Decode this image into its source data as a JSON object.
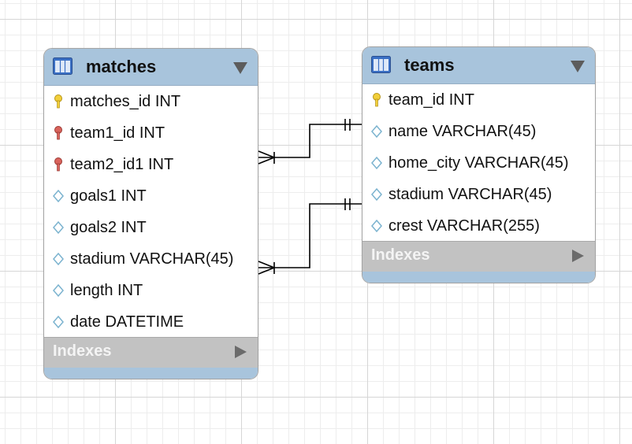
{
  "tables": {
    "matches": {
      "title": "matches",
      "columns": [
        {
          "text": "matches_id INT",
          "icon": "primary-key-icon"
        },
        {
          "text": "team1_id INT",
          "icon": "foreign-key-icon"
        },
        {
          "text": "team2_id1 INT",
          "icon": "foreign-key-icon"
        },
        {
          "text": "goals1 INT",
          "icon": "column-diamond-icon"
        },
        {
          "text": "goals2 INT",
          "icon": "column-diamond-icon"
        },
        {
          "text": "stadium VARCHAR(45)",
          "icon": "column-diamond-icon"
        },
        {
          "text": "length INT",
          "icon": "column-diamond-icon"
        },
        {
          "text": "date DATETIME",
          "icon": "column-diamond-icon"
        }
      ],
      "indexes_label": "Indexes"
    },
    "teams": {
      "title": "teams",
      "columns": [
        {
          "text": "team_id INT",
          "icon": "primary-key-icon"
        },
        {
          "text": "name VARCHAR(45)",
          "icon": "column-diamond-icon"
        },
        {
          "text": "home_city VARCHAR(45)",
          "icon": "column-diamond-icon"
        },
        {
          "text": "stadium VARCHAR(45)",
          "icon": "column-diamond-icon"
        },
        {
          "text": "crest VARCHAR(255)",
          "icon": "column-diamond-icon"
        }
      ],
      "indexes_label": "Indexes"
    }
  },
  "relationships": [
    {
      "from": "matches.team1_id",
      "to": "teams.team_id",
      "from_end": "many",
      "to_end": "one-and-only-one"
    },
    {
      "from": "matches.team2_id1",
      "to": "teams.team_id",
      "from_end": "many",
      "to_end": "one-and-only-one"
    }
  ],
  "colors": {
    "header": "#a8c4dc",
    "indexes_bar": "#c2c2c2",
    "primary_key": "#f2cf3a",
    "foreign_key": "#d9635c",
    "column_diamond": "#7bb3cf",
    "relation_line": "#000000"
  }
}
